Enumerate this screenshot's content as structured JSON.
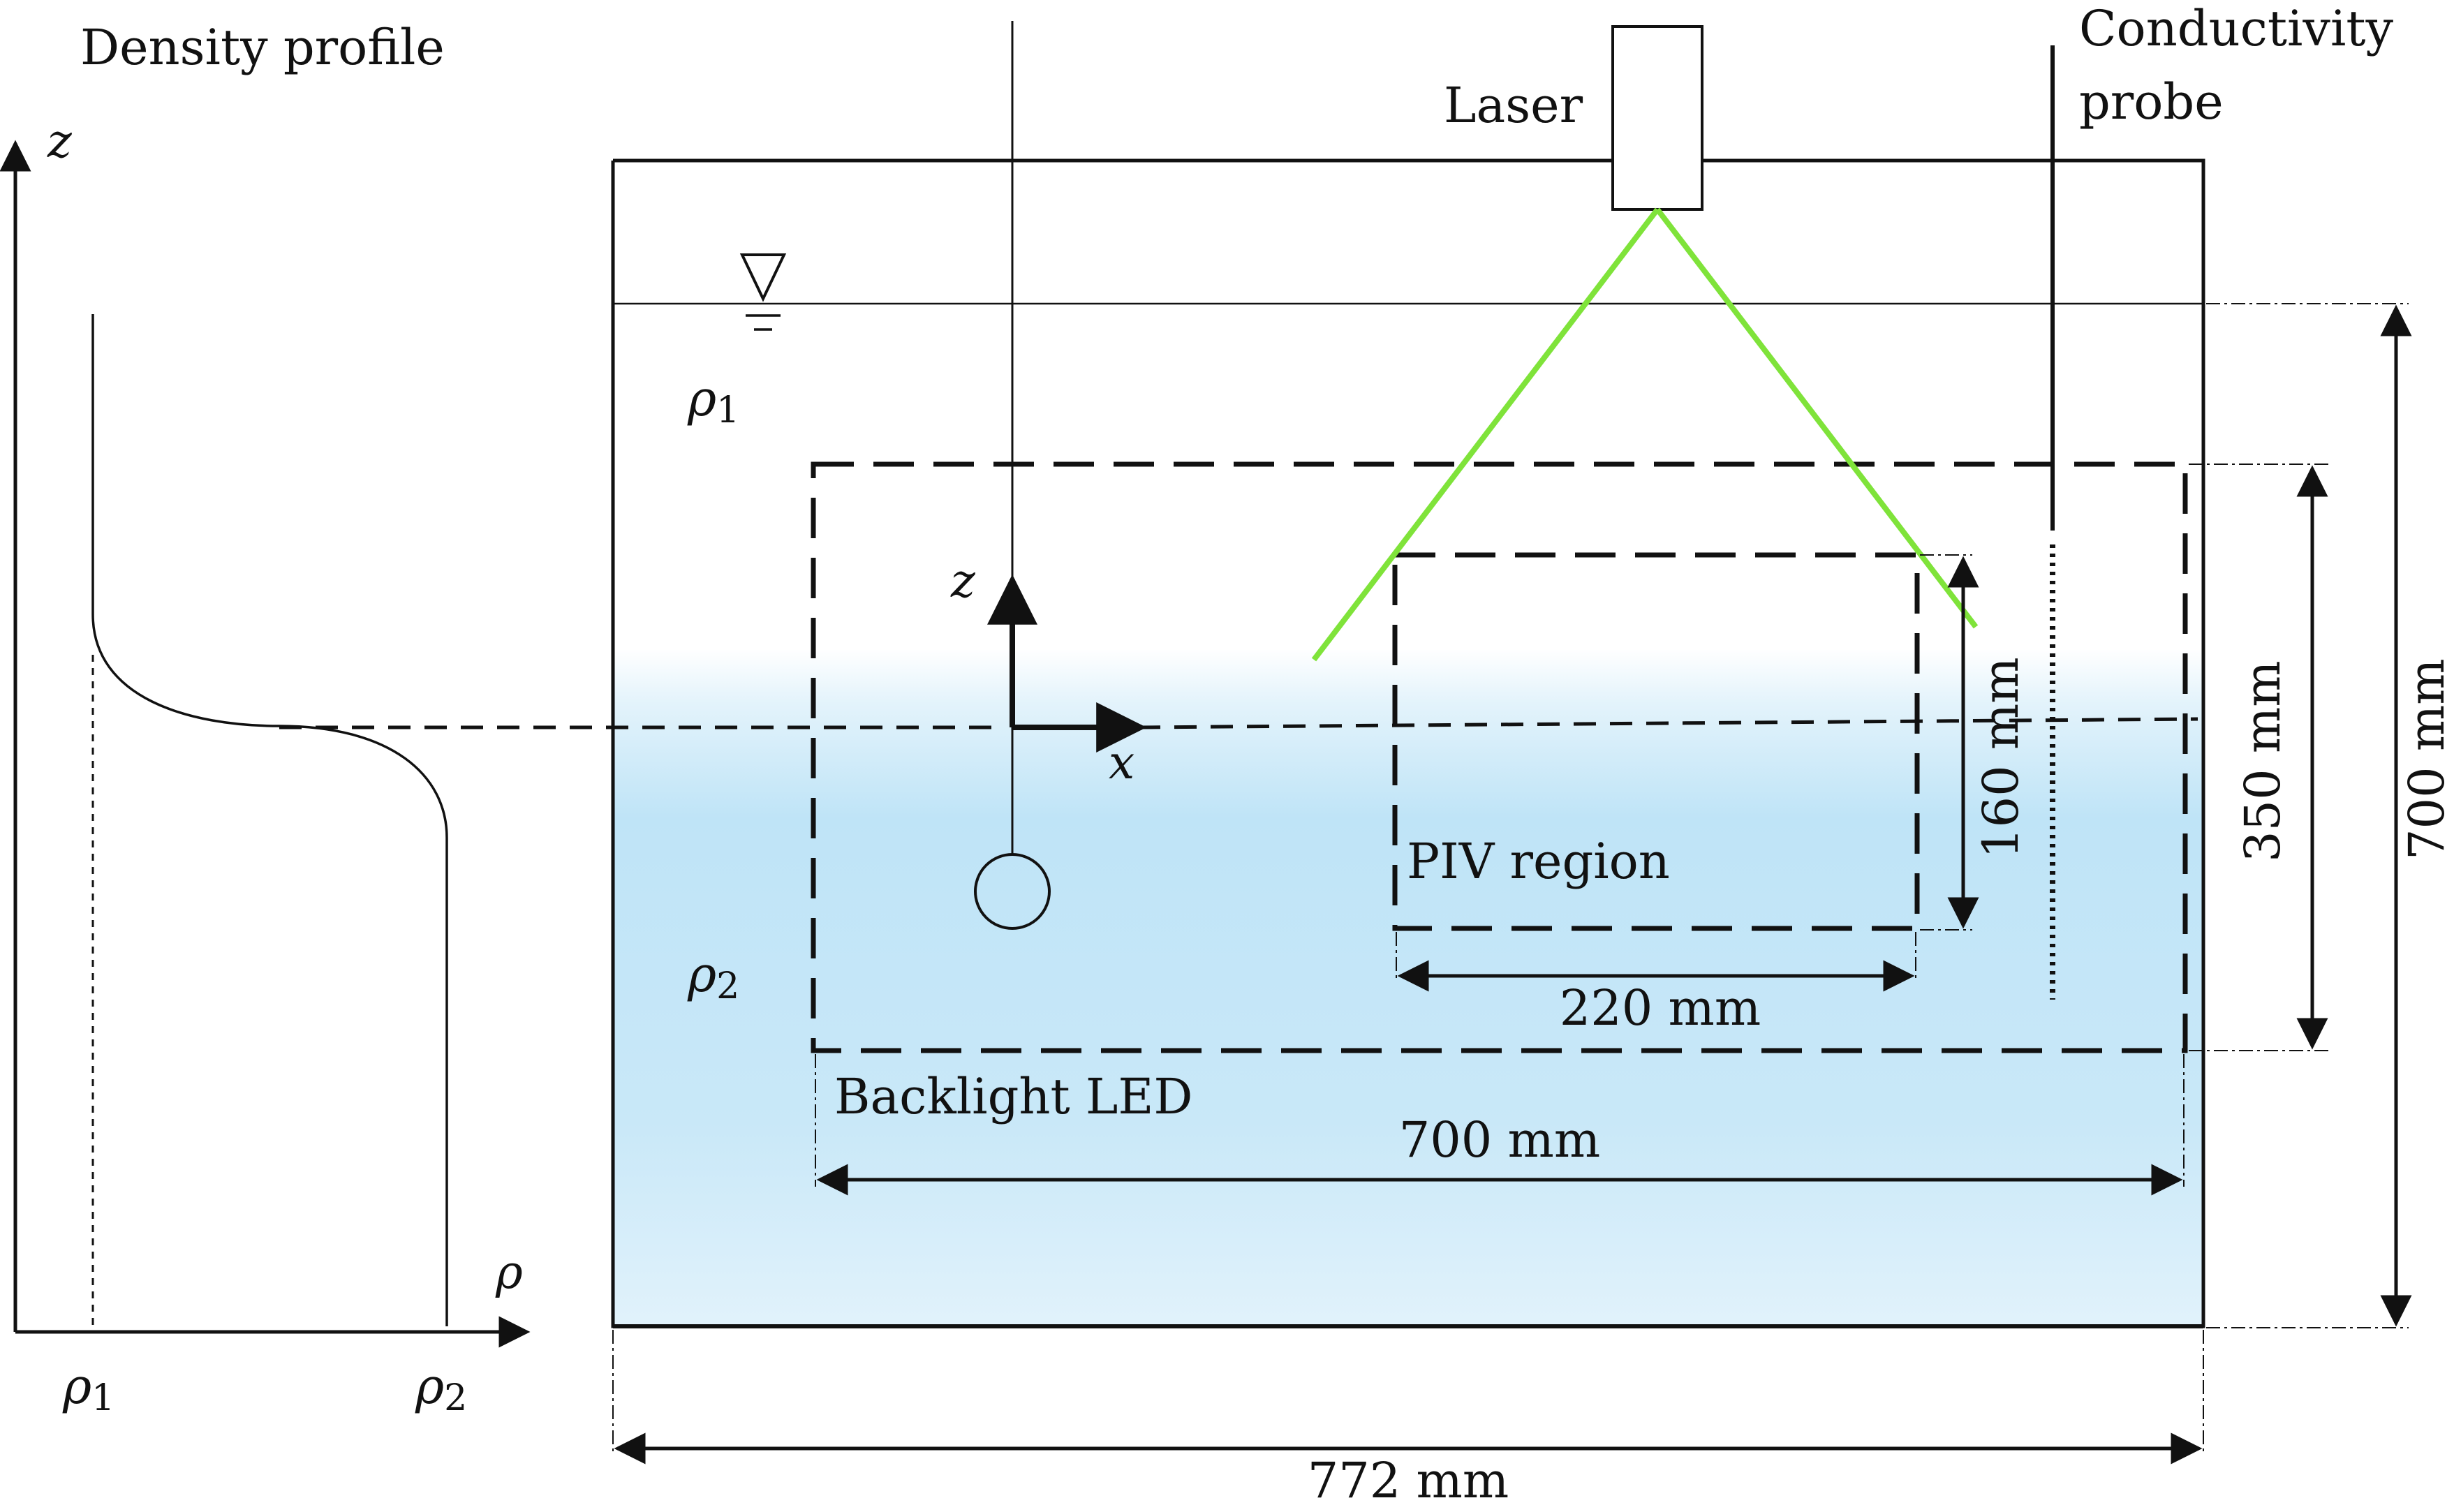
{
  "density_profile": {
    "title": "Density profile",
    "z_axis": "z",
    "rho_axis": "ρ",
    "rho1_symbol": "ρ",
    "rho1_sub": "1",
    "rho2_symbol": "ρ",
    "rho2_sub": "2"
  },
  "tank": {
    "rho1_symbol": "ρ",
    "rho1_sub": "1",
    "rho2_symbol": "ρ",
    "rho2_sub": "2",
    "axis_z": "z",
    "axis_x": "x",
    "laser_label": "Laser",
    "probe_label_line1": "Conductivity",
    "probe_label_line2": "probe",
    "piv_label": "PIV region",
    "backlight_label": "Backlight LED"
  },
  "dimensions": {
    "tank_width": "772 mm",
    "backlight_width": "700 mm",
    "piv_width": "220 mm",
    "piv_height": "160 mm",
    "backlight_height": "350 mm",
    "water_depth": "700 mm"
  },
  "colors": {
    "water_light": "#e3f3fb",
    "water_mid": "#bfe4f7",
    "laser_green": "#7fe33a",
    "line": "#111111"
  }
}
